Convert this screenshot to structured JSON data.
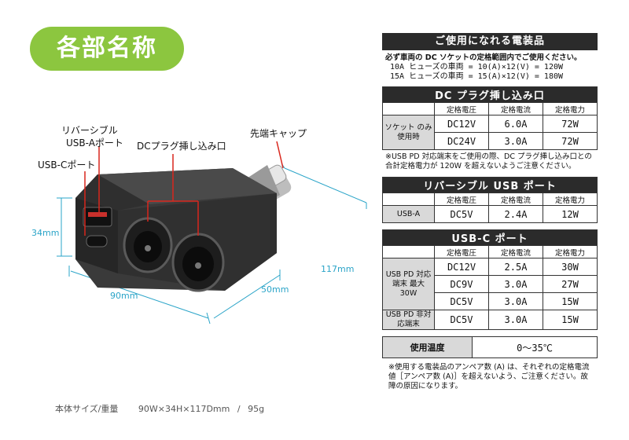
{
  "title": "各部名称",
  "labels": {
    "usb_a": [
      "リバーシブル",
      "USB-Aポート"
    ],
    "usb_c": "USB-Cポート",
    "dc_plug": "DCプラグ挿し込み口",
    "tip_cap": "先端キャップ"
  },
  "dimensions": {
    "height": "34mm",
    "width": "90mm",
    "depth_short": "50mm",
    "length": "117mm"
  },
  "product_spec": {
    "label": "本体サイズ/重量",
    "size": "90W×34H×117Dmm",
    "sep": "/",
    "weight": "95g"
  },
  "usage": {
    "header": "ご使用になれる電装品",
    "lines": [
      "必ず車両の DC ソケットの定格範囲内でご使用ください。",
      "10A ヒューズの車両 = 10(A)×12(V) = 120W",
      "15A ヒューズの車両 = 15(A)×12(V) = 180W"
    ]
  },
  "columns": [
    "定格電圧",
    "定格電流",
    "定格電力"
  ],
  "dc_table": {
    "title": "DC プラグ挿し込み口",
    "row_label": "ソケット のみ使用時",
    "rows": [
      [
        "DC12V",
        "6.0A",
        "72W"
      ],
      [
        "DC24V",
        "3.0A",
        "72W"
      ]
    ],
    "note": "※USB PD 対応端末をご使用の際、DC プラグ挿し込み口との合計定格電力が 120W を超えないようご注意ください。"
  },
  "usb_a_table": {
    "title": "リバーシブル USB ポート",
    "row_label": "USB-A",
    "rows": [
      [
        "DC5V",
        "2.4A",
        "12W"
      ]
    ]
  },
  "usb_c_table": {
    "title": "USB-C ポート",
    "label_pd": "USB PD 対応端末 最大 30W",
    "label_nonpd": "USB PD 非対応端末",
    "rows": [
      [
        "DC12V",
        "2.5A",
        "30W"
      ],
      [
        "DC9V",
        "3.0A",
        "27W"
      ],
      [
        "DC5V",
        "3.0A",
        "15W"
      ]
    ],
    "nonpd_row": [
      "DC5V",
      "3.0A",
      "15W"
    ]
  },
  "temperature": {
    "label": "使用温度",
    "value": "0〜35℃"
  },
  "footnote": "※使用する電装品のアンペア数 (A) は、それぞれの定格電流値［アンペア数 (A)］を超えないよう、ご注意ください。故障の原因になります。",
  "colors": {
    "accent_green": "#8cc63f",
    "dimension_blue": "#2aa4c8",
    "callout_red": "#d9261c",
    "header_dark": "#2b2b2b",
    "label_gray": "#d9d9d9"
  }
}
